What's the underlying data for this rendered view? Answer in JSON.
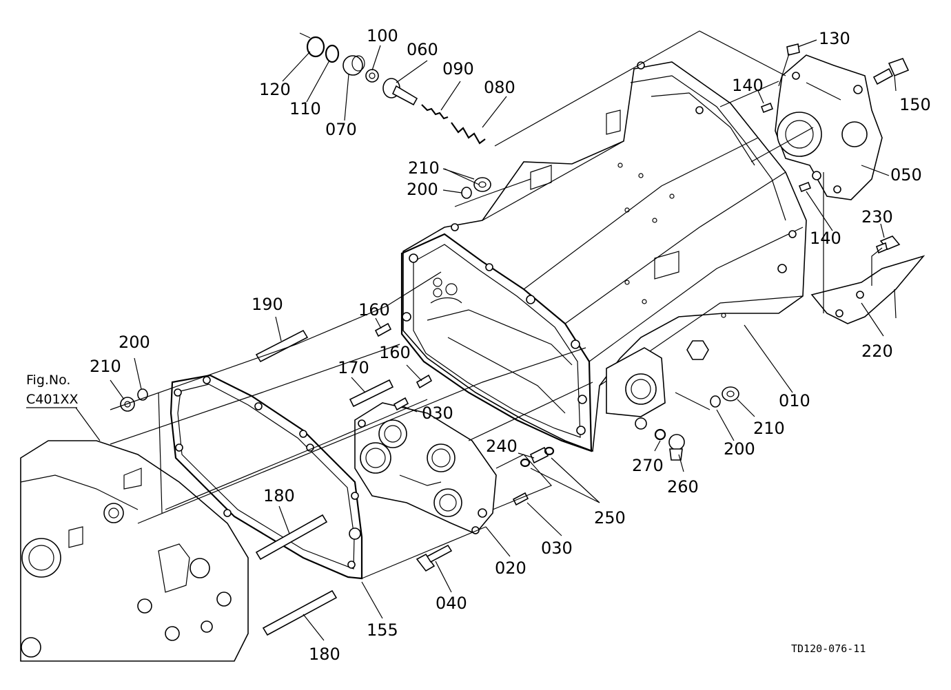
{
  "figure_ref": {
    "line1": "Fig.No.",
    "line2": "C401XX"
  },
  "drawing_code": "TD120-076-11",
  "callouts": {
    "p010": "010",
    "p020": "020",
    "p030a": "030",
    "p030b": "030",
    "p040": "040",
    "p050": "050",
    "p060": "060",
    "p070": "070",
    "p080": "080",
    "p090": "090",
    "p100": "100",
    "p110": "110",
    "p120": "120",
    "p130": "130",
    "p140a": "140",
    "p140b": "140",
    "p150": "150",
    "p155": "155",
    "p160a": "160",
    "p160b": "160",
    "p170": "170",
    "p180a": "180",
    "p180b": "180",
    "p190": "190",
    "p200a": "200",
    "p200b": "200",
    "p200c": "200",
    "p210a": "210",
    "p210b": "210",
    "p210c": "210",
    "p220": "220",
    "p230": "230",
    "p240": "240",
    "p250": "250",
    "p260": "260",
    "p270": "270"
  }
}
